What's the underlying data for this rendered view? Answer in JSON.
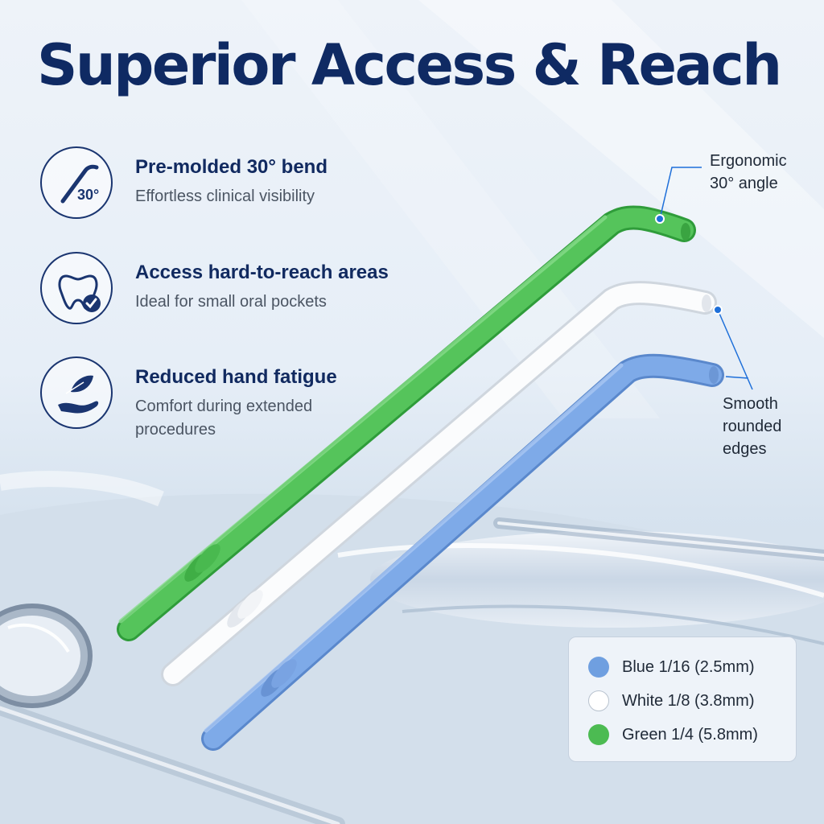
{
  "title": "Superior Access & Reach",
  "features": [
    {
      "title": "Pre-molded 30° bend",
      "subtitle": "Effortless clinical visibility",
      "icon": "angle-30-icon",
      "icon_text": "30°"
    },
    {
      "title": "Access hard-to-reach areas",
      "subtitle": "Ideal for small oral pockets",
      "icon": "tooth-check-icon"
    },
    {
      "title": "Reduced hand fatigue",
      "subtitle": "Comfort during extended procedures",
      "icon": "hand-feather-icon"
    }
  ],
  "callouts": {
    "angle": "Ergonomic 30° angle",
    "edges": "Smooth rounded edges"
  },
  "legend": [
    {
      "label": "Blue 1/16 (2.5mm)",
      "color": "#6f9fe0"
    },
    {
      "label": "White 1/8 (3.8mm)",
      "color": "#ffffff"
    },
    {
      "label": "Green 1/4 (5.8mm)",
      "color": "#4cbb52"
    }
  ],
  "colors": {
    "navy": "#0f2a63",
    "accent": "#1e6fd9"
  }
}
